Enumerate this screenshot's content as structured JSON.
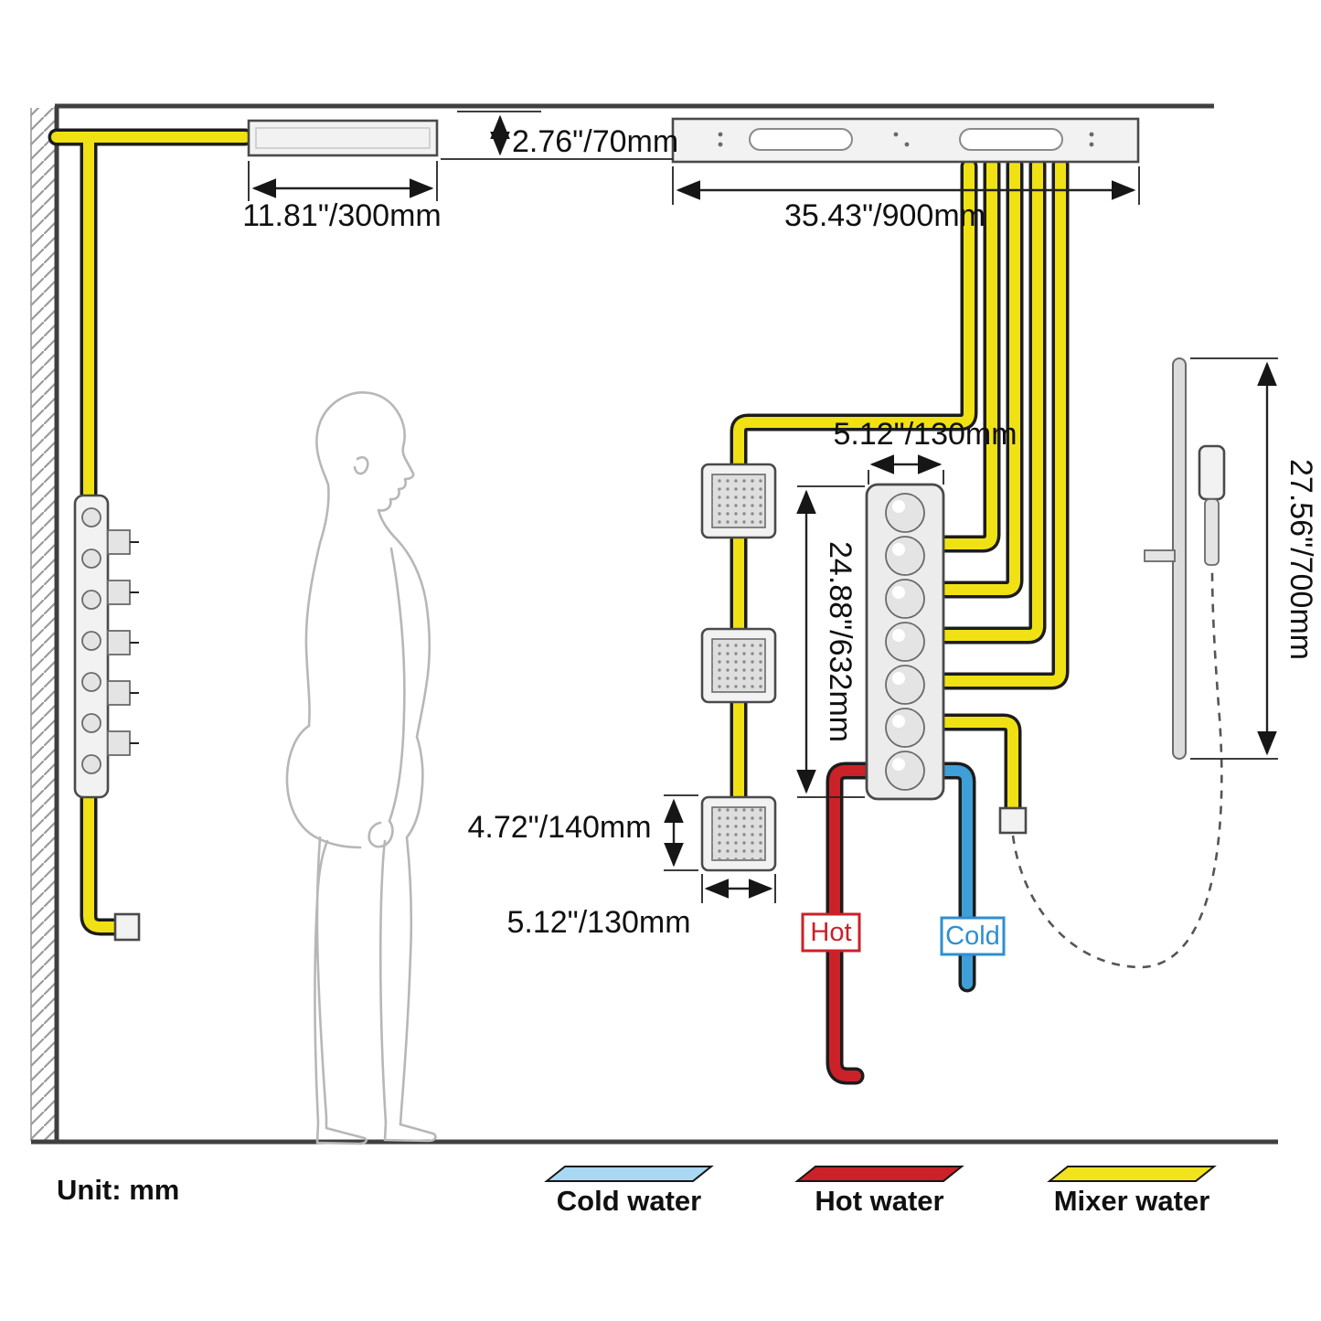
{
  "dims": {
    "ceiling_drop": "2.76\"/70mm",
    "shower_head_width": "11.81\"/300mm",
    "panel_width": "35.43\"/900mm",
    "valve_width_top": "5.12\"/130mm",
    "valve_height": "24.88\"/632mm",
    "jet_spacing": "4.72\"/140mm",
    "jet_width": "5.12\"/130mm",
    "hand_shower_height": "27.56\"/700mm"
  },
  "labels": {
    "hot": "Hot",
    "cold": "Cold",
    "unit": "Unit: mm"
  },
  "legend": {
    "cold": {
      "label": "Cold water",
      "color": "#a9d8f2"
    },
    "hot": {
      "label": "Hot water",
      "color": "#cb2128"
    },
    "mixer": {
      "label": "Mixer water",
      "color": "#f2e41c"
    }
  },
  "colors": {
    "pipe_mixer": "#f0e114",
    "pipe_hot": "#cb2128",
    "pipe_cold": "#3f9fd8",
    "hot_text": "#cb2128",
    "cold_text": "#2e8fd0"
  }
}
